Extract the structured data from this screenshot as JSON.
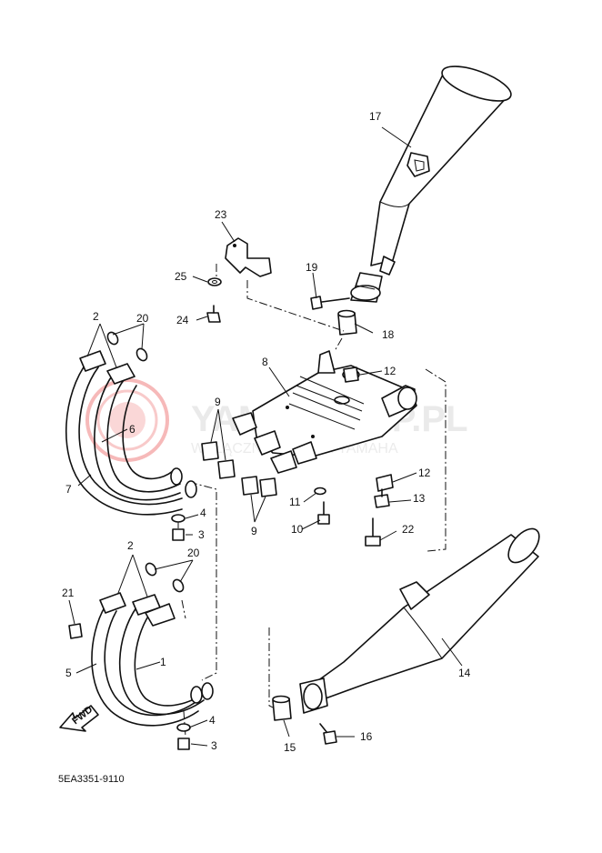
{
  "diagram_code": "5EA3351-9110",
  "watermark": {
    "title": "YAMASKLEP.PL",
    "subtitle": "WYŁĄCZNY DEALER YAMAHA",
    "color": "#f08080"
  },
  "fwd_label": "FWD",
  "callouts": {
    "c1": "1",
    "c2a": "2",
    "c2b": "2",
    "c3a": "3",
    "c3b": "3",
    "c4a": "4",
    "c4b": "4",
    "c5": "5",
    "c6": "6",
    "c7": "7",
    "c8": "8",
    "c9a": "9",
    "c9b": "9",
    "c10": "10",
    "c11": "11",
    "c12a": "12",
    "c12b": "12",
    "c13": "13",
    "c14": "14",
    "c15": "15",
    "c16": "16",
    "c17": "17",
    "c18": "18",
    "c19": "19",
    "c20a": "20",
    "c20b": "20",
    "c21": "21",
    "c22": "22",
    "c23": "23",
    "c24": "24",
    "c25": "25"
  }
}
